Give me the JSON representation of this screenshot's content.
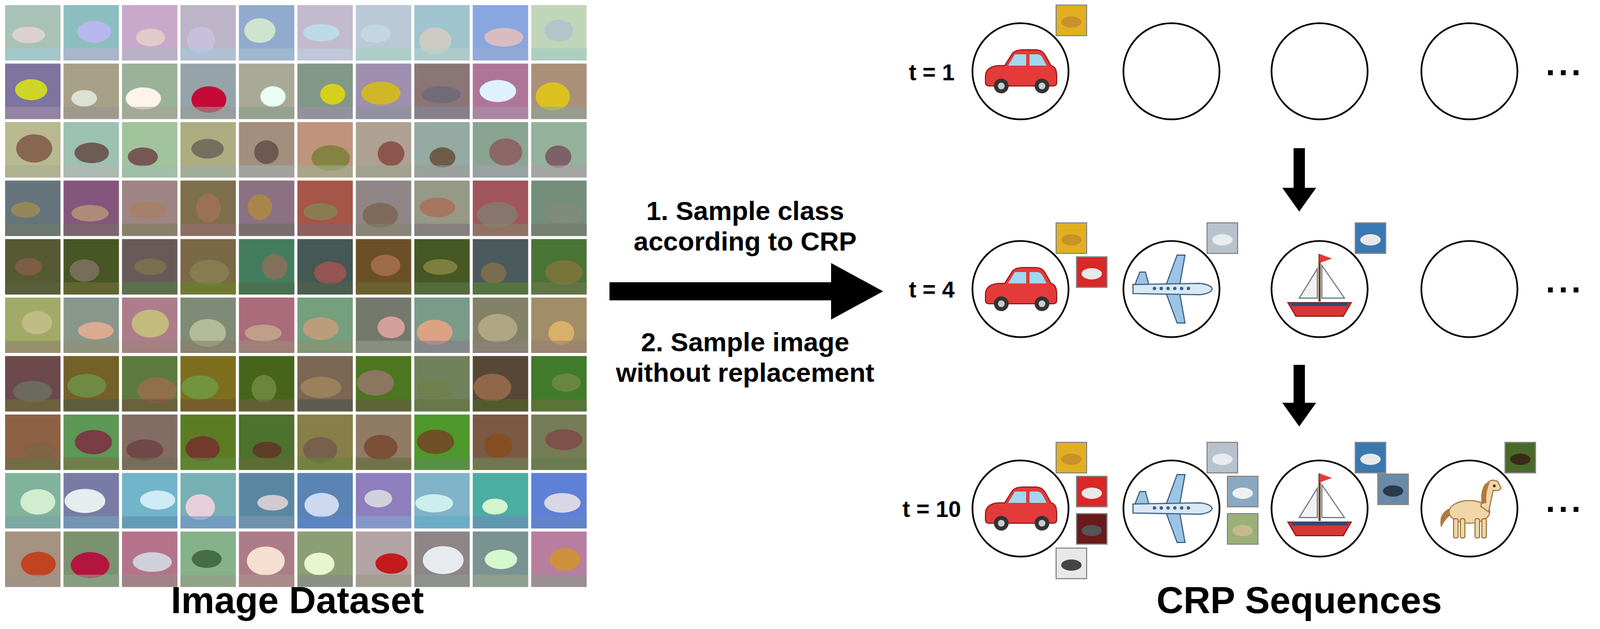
{
  "diagram": {
    "labels": [
      "Image Dataset",
      "1. Sample class according to CRP",
      "2. Sample image without replacement",
      "t = 1",
      "t = 4",
      "t = 10",
      "...",
      "...",
      "...",
      "CRP Sequences"
    ]
  }
}
